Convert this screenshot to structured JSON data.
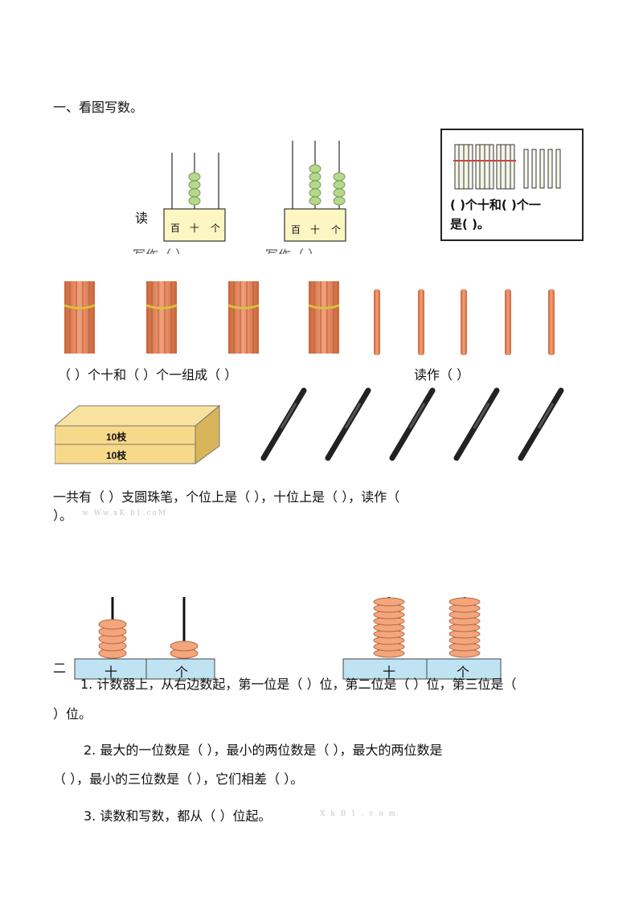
{
  "section1": {
    "heading": "一、看图写数。"
  },
  "abacus_small": {
    "du_label": "读",
    "xie_label": "写作（        ）",
    "xie_label2": "写作（        ）",
    "place_labels": [
      "百",
      "十",
      "个"
    ]
  },
  "bundle_card": {
    "line1": "( )个十和(  )个一",
    "line2": "是(  )。"
  },
  "sticks": {
    "question": "（        ）个十和（        ）个一组成（        ）",
    "read_as": "读作（           ）"
  },
  "pens": {
    "box_label_top": "10枝",
    "box_label_bottom": "10枝",
    "question_line1": "一共有（        ）支圆珠笔，个位上是（            ），十位上是（          ），读作（",
    "question_line2": "）。",
    "watermark": "w Ww.xK b1.coM"
  },
  "abacus_big": {
    "left_labels": [
      "十",
      "个"
    ],
    "right_labels": [
      "十",
      "个"
    ]
  },
  "section2": {
    "heading_fragment": "二",
    "q1_line1": "1. 计数器上，从右边数起，第一位是（        ）位，第二位是（        ）位，第三位是（",
    "q1_line2": "）位。",
    "q2_line1": "2. 最大的一位数是（        ），最小的两位数是（      ），最大的两位数是",
    "q2_line2": "（        ），最小的三位数是（      ），它们相差（      ）。",
    "q3": "3. 读数和写数，都从（    ）位起。",
    "watermark2": "X k B 1 . c o m"
  },
  "colors": {
    "stick": "#e8895a",
    "bead_green": "#b5d98a",
    "bead_orange": "#f4a57c",
    "abacus_base": "#bfe3f3",
    "box": "#f7d98a"
  }
}
